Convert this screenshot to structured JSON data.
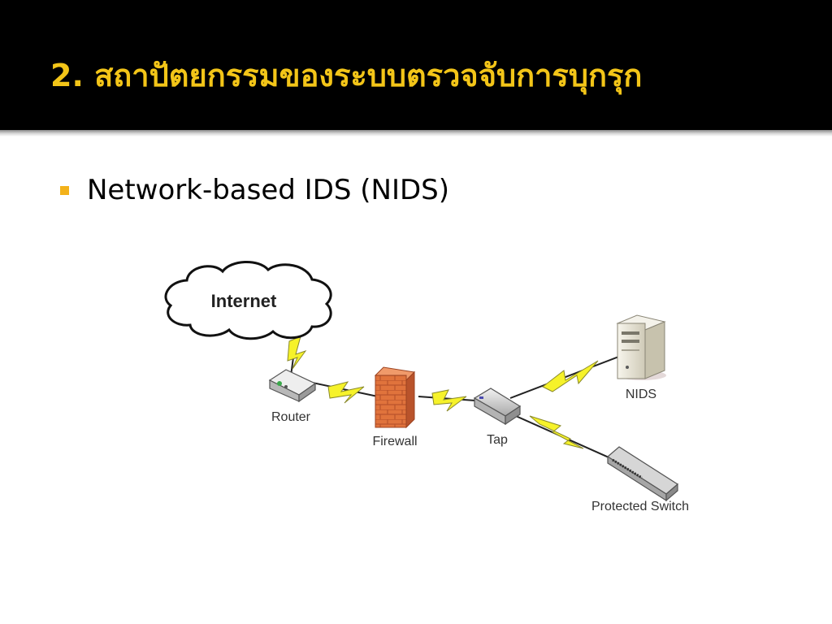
{
  "slide": {
    "title": "2. สถาปัตยกรรมของระบบตรวจจับการบุกรุก",
    "bullet": "Network-based IDS (NIDS)"
  },
  "diagram": {
    "nodes": {
      "internet": "Internet",
      "router": "Router",
      "firewall": "Firewall",
      "tap": "Tap",
      "nids": "NIDS",
      "switch": "Protected Switch"
    }
  },
  "colors": {
    "title": "#f3c518",
    "bullet": "#f3b21b",
    "bolt": "#f6f22a",
    "firewall": "#e0733c"
  }
}
